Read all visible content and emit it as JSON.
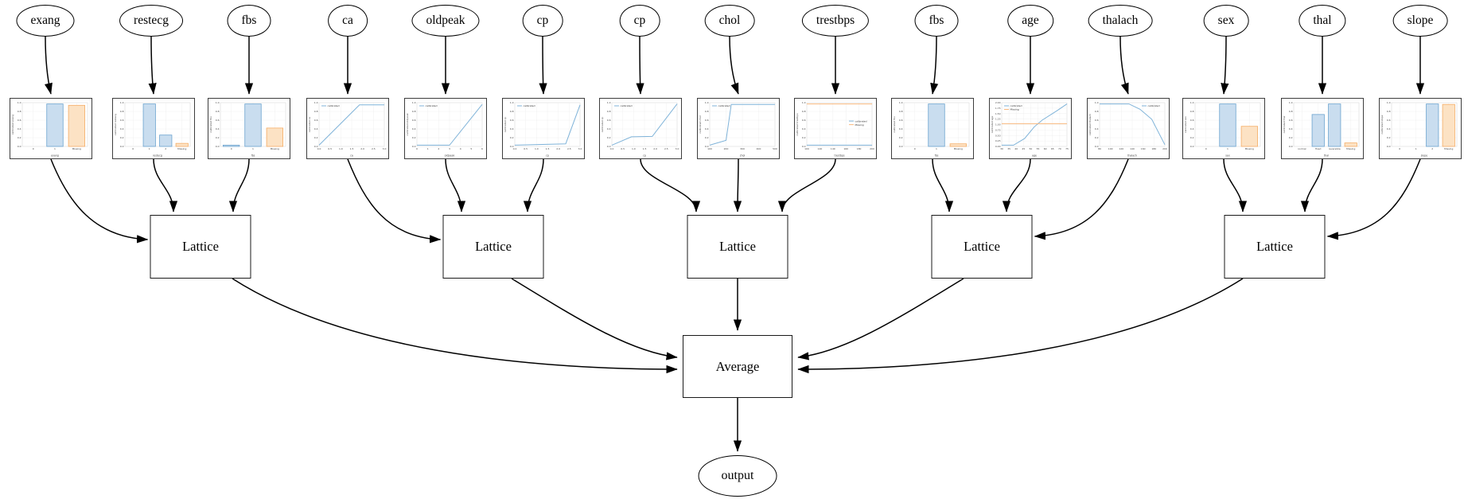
{
  "diagram": {
    "features": [
      "exang",
      "restecg",
      "fbs",
      "ca",
      "oldpeak",
      "cp",
      "cp",
      "chol",
      "trestbps",
      "fbs",
      "age",
      "thalach",
      "sex",
      "thal",
      "slope"
    ],
    "lattices": [
      {
        "label": "Lattice",
        "inputs": [
          0,
          1,
          2
        ]
      },
      {
        "label": "Lattice",
        "inputs": [
          3,
          4,
          5
        ]
      },
      {
        "label": "Lattice",
        "inputs": [
          6,
          7,
          8
        ]
      },
      {
        "label": "Lattice",
        "inputs": [
          9,
          10,
          11
        ]
      },
      {
        "label": "Lattice",
        "inputs": [
          12,
          13,
          14
        ]
      }
    ],
    "average_label": "Average",
    "output_label": "output"
  },
  "colors": {
    "edge_black": "#000000",
    "node_border": "#2b2b2b",
    "line_blue": "#7fb3d9",
    "line_orange": "#f9b97f",
    "bar_blue_fill": "#c9ddef",
    "bar_blue_edge": "#6ba3cf",
    "bar_orange_fill": "#fce2c4",
    "bar_orange_edge": "#f5ad66",
    "grid": "#ececec",
    "tick_text": "#444444"
  },
  "chart_data": [
    {
      "feature": "exang",
      "type": "bar",
      "xlabel": "exang",
      "ylabel": "calibrated exang",
      "yticks": [
        "0.0",
        "0.2",
        "0.4",
        "0.6",
        "0.8",
        "1.0"
      ],
      "categories": [
        "0",
        "1",
        "Missing"
      ],
      "values": [
        0,
        0.97,
        0.94
      ],
      "bar_colors": [
        "blue",
        "blue",
        "orange"
      ]
    },
    {
      "feature": "restecg",
      "type": "bar",
      "xlabel": "restecg",
      "ylabel": "calibrated restecg",
      "yticks": [
        "0.0",
        "0.2",
        "0.4",
        "0.6",
        "0.8",
        "1.0"
      ],
      "categories": [
        "0",
        "1",
        "2",
        "Missing"
      ],
      "values": [
        0,
        0.97,
        0.26,
        0.07
      ],
      "bar_colors": [
        "blue",
        "blue",
        "blue",
        "orange"
      ]
    },
    {
      "feature": "fbs",
      "type": "bar",
      "xlabel": "fbs",
      "ylabel": "calibrated fbs",
      "yticks": [
        "0.0",
        "0.2",
        "0.4",
        "0.6",
        "0.8",
        "1.0"
      ],
      "categories": [
        "0",
        "1",
        "Missing"
      ],
      "values": [
        0.03,
        0.97,
        0.42
      ],
      "bar_colors": [
        "blue",
        "blue",
        "orange"
      ]
    },
    {
      "feature": "ca",
      "type": "line",
      "xlabel": "ca",
      "ylabel": "calibrated ca",
      "yticks": [
        "0.0",
        "0.2",
        "0.4",
        "0.6",
        "0.8",
        "1.0"
      ],
      "xticks": [
        "0.0",
        "0.5",
        "1.0",
        "1.5",
        "2.0",
        "2.5",
        "3.0"
      ],
      "legend_pos": "top-left",
      "series": [
        {
          "name": "calibrated",
          "color": "blue",
          "points": [
            [
              0,
              0.03
            ],
            [
              0.62,
              0.95
            ],
            [
              1,
              0.95
            ]
          ]
        }
      ]
    },
    {
      "feature": "oldpeak",
      "type": "line",
      "xlabel": "oldpeak",
      "ylabel": "calibrated oldpeak",
      "yticks": [
        "0.0",
        "0.2",
        "0.4",
        "0.6",
        "0.8",
        "1.0"
      ],
      "xticks": [
        "0",
        "1",
        "2",
        "3",
        "4",
        "5",
        "6"
      ],
      "legend_pos": "top-left",
      "series": [
        {
          "name": "calibrated",
          "color": "blue",
          "points": [
            [
              0,
              0.03
            ],
            [
              0.5,
              0.03
            ],
            [
              1,
              0.96
            ]
          ]
        }
      ]
    },
    {
      "feature": "cp",
      "type": "line",
      "xlabel": "cp",
      "ylabel": "calibrated cp",
      "yticks": [
        "0.0",
        "0.2",
        "0.4",
        "0.6",
        "0.8",
        "1.0"
      ],
      "xticks": [
        "0.0",
        "0.5",
        "1.0",
        "1.5",
        "2.0",
        "2.5",
        "3.0"
      ],
      "legend_pos": "top-left",
      "series": [
        {
          "name": "calibrated",
          "color": "blue",
          "points": [
            [
              0,
              0.03
            ],
            [
              0.78,
              0.06
            ],
            [
              1,
              0.95
            ]
          ]
        }
      ]
    },
    {
      "feature": "cp",
      "type": "line",
      "xlabel": "cp",
      "ylabel": "calibrated cp",
      "yticks": [
        "0.0",
        "0.2",
        "0.4",
        "0.6",
        "0.8",
        "1.0"
      ],
      "xticks": [
        "0.0",
        "0.5",
        "1.0",
        "1.5",
        "2.0",
        "2.5",
        "3.0"
      ],
      "legend_pos": "top-left",
      "series": [
        {
          "name": "calibrated",
          "color": "blue",
          "points": [
            [
              0,
              0.03
            ],
            [
              0.3,
              0.22
            ],
            [
              0.62,
              0.23
            ],
            [
              1,
              0.97
            ]
          ]
        }
      ]
    },
    {
      "feature": "chol",
      "type": "line",
      "xlabel": "chol",
      "ylabel": "calibrated chol",
      "yticks": [
        "0.0",
        "0.2",
        "0.4",
        "0.6",
        "0.8",
        "1.0"
      ],
      "xticks": [
        "100",
        "200",
        "300",
        "400",
        "500"
      ],
      "legend_pos": "top-left",
      "series": [
        {
          "name": "calibrated",
          "color": "blue",
          "points": [
            [
              0,
              0.03
            ],
            [
              0.25,
              0.14
            ],
            [
              0.33,
              0.96
            ],
            [
              1,
              0.96
            ]
          ]
        }
      ]
    },
    {
      "feature": "trestbps",
      "type": "line",
      "xlabel": "trestbps",
      "ylabel": "calibrated trestbps",
      "yticks": [
        "0.0",
        "0.2",
        "0.4",
        "0.6",
        "0.8",
        "1.0"
      ],
      "xticks": [
        "100",
        "120",
        "140",
        "160",
        "180",
        "200"
      ],
      "legend_pos": "center-right",
      "series": [
        {
          "name": "calibrated",
          "color": "blue",
          "points": [
            [
              0,
              0.03
            ],
            [
              1,
              0.03
            ]
          ]
        },
        {
          "name": "Missing",
          "color": "orange",
          "points": [
            [
              0,
              0.97
            ],
            [
              1,
              0.97
            ]
          ]
        }
      ]
    },
    {
      "feature": "fbs",
      "type": "bar",
      "xlabel": "fbs",
      "ylabel": "calibrated fbs",
      "yticks": [
        "0.0",
        "0.2",
        "0.4",
        "0.6",
        "0.8",
        "1.0"
      ],
      "categories": [
        "0",
        "1",
        "Missing"
      ],
      "values": [
        0,
        0.97,
        0.06
      ],
      "bar_colors": [
        "blue",
        "blue",
        "orange"
      ]
    },
    {
      "feature": "age",
      "type": "line",
      "xlabel": "age",
      "ylabel": "calibrated age",
      "yticks": [
        "0.00",
        "0.25",
        "0.50",
        "0.75",
        "1.00",
        "1.25",
        "1.50",
        "1.75",
        "2.00"
      ],
      "xticks": [
        "30",
        "35",
        "40",
        "45",
        "50",
        "55",
        "60",
        "65",
        "70",
        "75"
      ],
      "legend_pos": "top-left",
      "series": [
        {
          "name": "calibrated",
          "color": "blue",
          "points": [
            [
              0,
              0.03
            ],
            [
              0.18,
              0.03
            ],
            [
              0.35,
              0.18
            ],
            [
              0.5,
              0.45
            ],
            [
              0.62,
              0.6
            ],
            [
              0.85,
              0.82
            ],
            [
              1,
              0.97
            ]
          ]
        },
        {
          "name": "Missing",
          "color": "orange",
          "points": [
            [
              0,
              0.52
            ],
            [
              1,
              0.52
            ]
          ]
        }
      ]
    },
    {
      "feature": "thalach",
      "type": "line",
      "xlabel": "thalach",
      "ylabel": "calibrated thalach",
      "yticks": [
        "0.0",
        "0.2",
        "0.4",
        "0.6",
        "0.8",
        "1.0"
      ],
      "xticks": [
        "80",
        "100",
        "120",
        "140",
        "160",
        "180",
        "200"
      ],
      "legend_pos": "top-right",
      "series": [
        {
          "name": "calibrated",
          "color": "blue",
          "points": [
            [
              0,
              0.97
            ],
            [
              0.45,
              0.97
            ],
            [
              0.62,
              0.85
            ],
            [
              0.8,
              0.62
            ],
            [
              1,
              0.04
            ]
          ]
        }
      ]
    },
    {
      "feature": "sex",
      "type": "bar",
      "xlabel": "sex",
      "ylabel": "calibrated sex",
      "yticks": [
        "0.0",
        "0.2",
        "0.4",
        "0.6",
        "0.8",
        "1.0"
      ],
      "categories": [
        "0",
        "1",
        "Missing"
      ],
      "values": [
        0,
        0.97,
        0.46
      ],
      "bar_colors": [
        "blue",
        "blue",
        "orange"
      ]
    },
    {
      "feature": "thal",
      "type": "bar",
      "xlabel": "thal",
      "ylabel": "calibrated thal",
      "yticks": [
        "0.0",
        "0.2",
        "0.4",
        "0.6",
        "0.8",
        "1.0"
      ],
      "categories": [
        "normal",
        "fixed",
        "reversible",
        "Missing"
      ],
      "values": [
        0,
        0.73,
        0.97,
        0.08
      ],
      "bar_colors": [
        "blue",
        "blue",
        "blue",
        "orange"
      ]
    },
    {
      "feature": "slope",
      "type": "bar",
      "xlabel": "slope",
      "ylabel": "calibrated slope",
      "yticks": [
        "0.0",
        "0.2",
        "0.4",
        "0.6",
        "0.8",
        "1.0"
      ],
      "categories": [
        "0",
        "1",
        "2",
        "Missing"
      ],
      "values": [
        0,
        0,
        0.97,
        0.96
      ],
      "bar_colors": [
        "blue",
        "blue",
        "blue",
        "orange"
      ]
    }
  ]
}
